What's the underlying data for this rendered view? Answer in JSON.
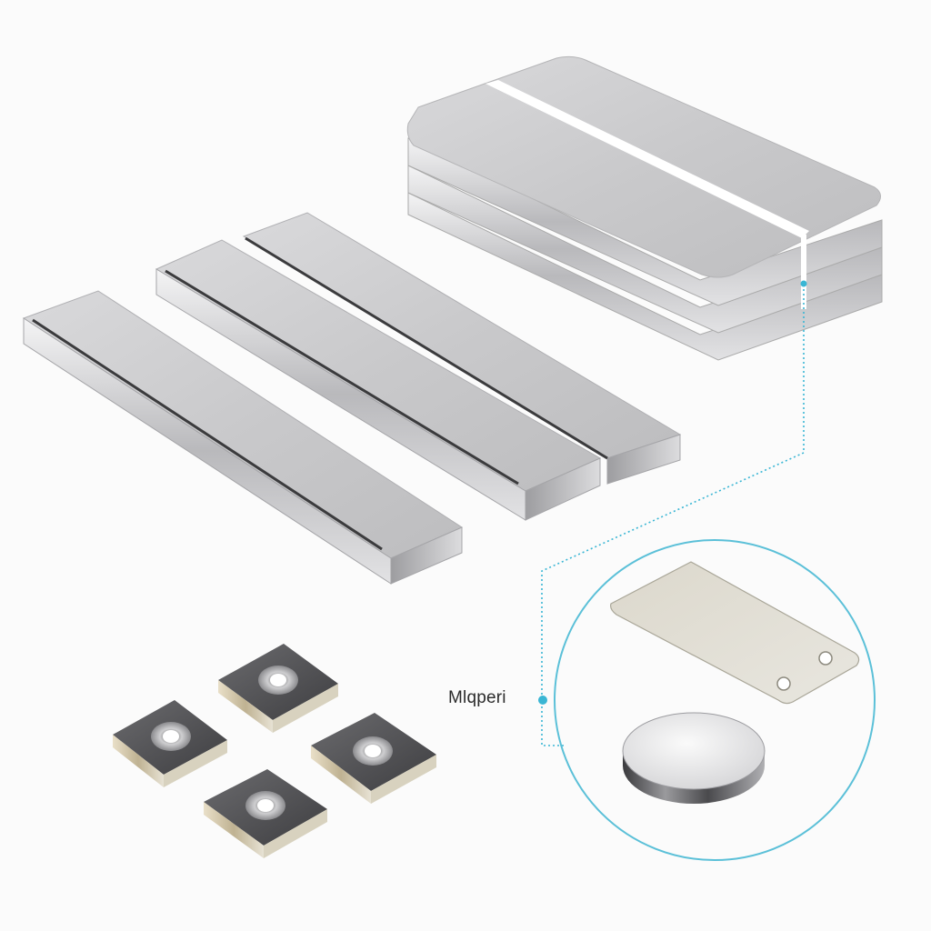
{
  "scene": {
    "background": "#fbfbfb",
    "accent_color": "#3ab6d4",
    "objects": [
      "stacked-block-magnets",
      "long-bar-magnet-left",
      "paired-bar-magnets",
      "countersunk-square-magnets",
      "detail-circle"
    ]
  },
  "callout": {
    "label": "Mlqperi",
    "detail_items": [
      "steel-plate-with-holes",
      "round-disc-magnet"
    ]
  },
  "countersunk_magnet_count": 4
}
